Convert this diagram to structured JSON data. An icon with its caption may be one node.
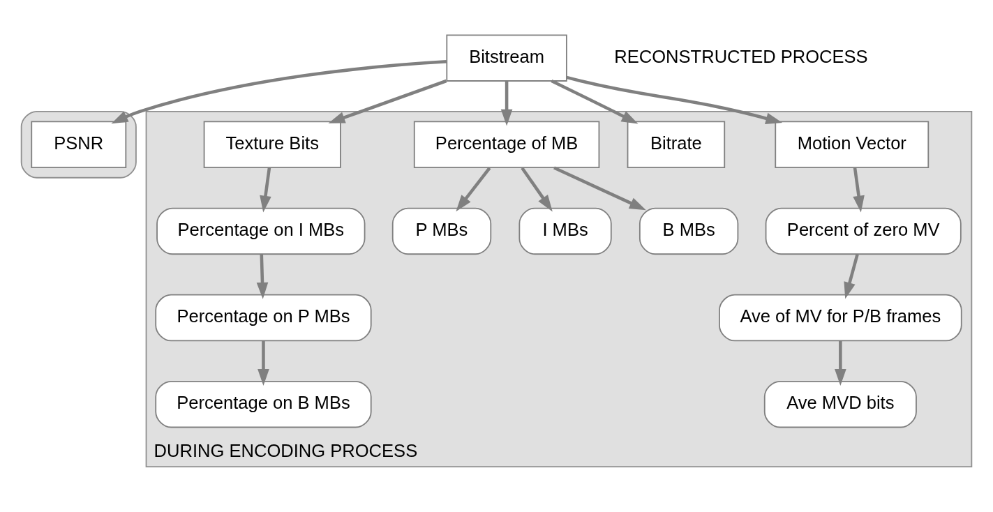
{
  "diagram": {
    "nodes": [
      {
        "text": [
          "Bitstream"
        ]
      },
      {
        "text": [],
        "shape": "box"
      },
      {
        "text": [
          "PSNR"
        ],
        "in": 1
      },
      {
        "text": [
          "DURING ENCODING PROCESS"
        ]
      },
      {
        "text": [
          "Motion Vector"
        ],
        "in": 3
      },
      {
        "text": [
          "Bitrate"
        ],
        "in": 3
      },
      {
        "text": [
          "Percentage of MB"
        ],
        "in": 3
      },
      {
        "text": [
          "Texture Bits"
        ],
        "in": 3
      },
      {
        "text": [
          "Percent of zero MV"
        ],
        "in": 3
      },
      {
        "text": [
          "Ave of MV for P/B frames"
        ],
        "in": 3
      },
      {
        "text": [
          "Ave MVD bits"
        ],
        "in": 3
      },
      {
        "text": [
          "P MBs"
        ],
        "in": 3
      },
      {
        "text": [
          "I MBs"
        ],
        "in": 3
      },
      {
        "text": [
          "B MBs"
        ],
        "in": 3
      },
      {
        "text": [
          "Percentage on I MBs"
        ],
        "in": 3
      },
      {
        "text": [
          "Percentage on P MBs"
        ],
        "in": 3
      },
      {
        "text": [
          "Percentage on B MBs"
        ],
        "in": 3
      }
    ],
    "edges": [
      {
        "from": 0,
        "to": 2,
        "arrow": "to"
      },
      {
        "from": 0,
        "to": 4,
        "arrow": "to"
      },
      {
        "from": 0,
        "to": 5,
        "arrow": "to"
      },
      {
        "from": 0,
        "to": 6,
        "arrow": "to"
      },
      {
        "from": 0,
        "to": 7,
        "arrow": "to"
      },
      {
        "from": 4,
        "to": 8,
        "arrow": "to"
      },
      {
        "from": 8,
        "to": 9,
        "arrow": "to"
      },
      {
        "from": 9,
        "to": 10,
        "arrow": "to"
      },
      {
        "from": 6,
        "to": 11,
        "arrow": "to"
      },
      {
        "from": 6,
        "to": 12,
        "arrow": "to"
      },
      {
        "from": 6,
        "to": 13,
        "arrow": "to"
      },
      {
        "from": 7,
        "to": 14,
        "arrow": "to"
      },
      {
        "from": 14,
        "to": 15,
        "arrow": "to"
      },
      {
        "from": 15,
        "to": 16,
        "arrow": "to"
      }
    ],
    "labels": [
      "RECONSTRUCTED PROCESS"
    ]
  }
}
